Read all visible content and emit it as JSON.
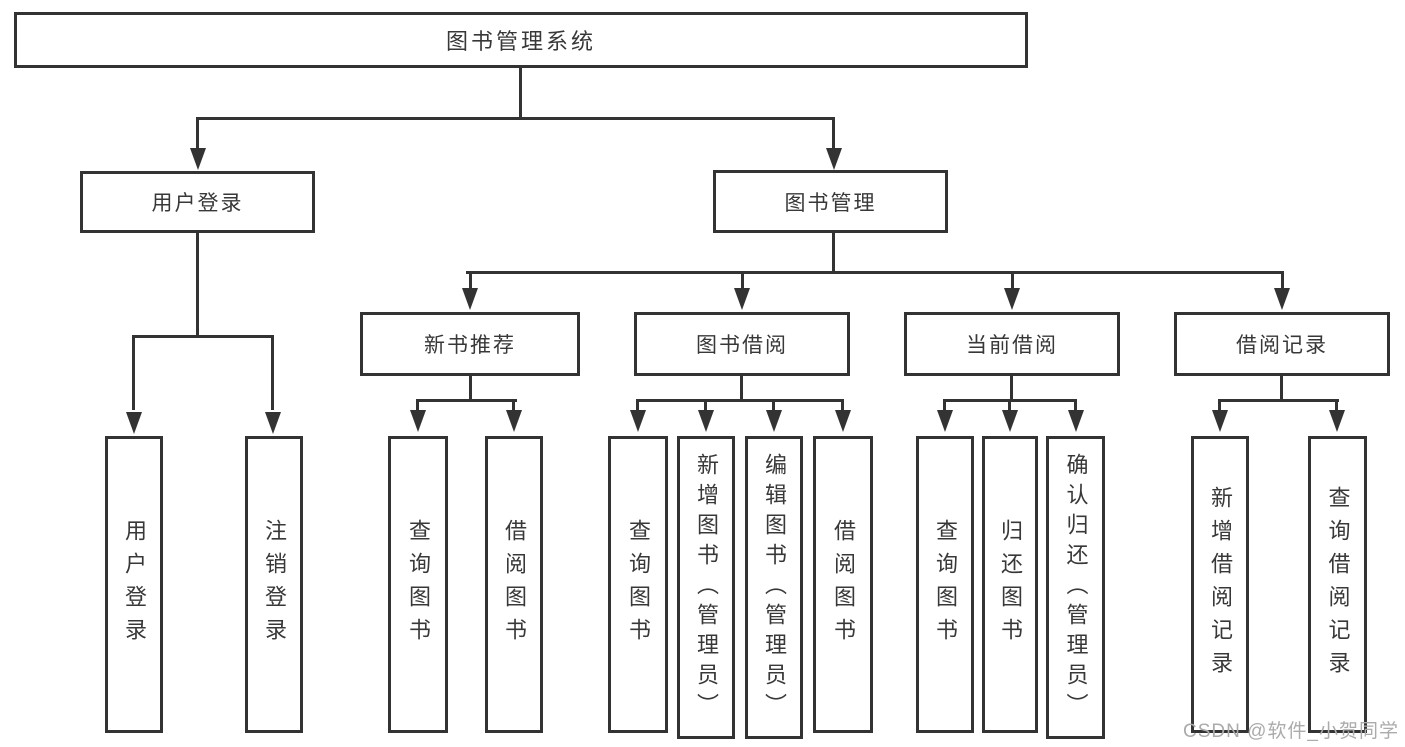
{
  "root": {
    "label": "图书管理系统"
  },
  "level2": [
    {
      "id": "user-login",
      "label": "用户登录"
    },
    {
      "id": "book-mgmt",
      "label": "图书管理"
    }
  ],
  "level3": [
    {
      "id": "new-book-rec",
      "label": "新书推荐"
    },
    {
      "id": "book-borrow",
      "label": "图书借阅"
    },
    {
      "id": "current-borrow",
      "label": "当前借阅"
    },
    {
      "id": "borrow-record",
      "label": "借阅记录"
    }
  ],
  "leaves": {
    "user_login": [
      "用户登录",
      "注销登录"
    ],
    "new_book": [
      "查询图书",
      "借阅图书"
    ],
    "book_borrow": [
      "查询图书",
      "新增图书（管理员）",
      "编辑图书（管理员）",
      "借阅图书"
    ],
    "current_borrow": [
      "查询图书",
      "归还图书",
      "确认归还（管理员）"
    ],
    "borrow_record": [
      "新增借阅记录",
      "查询借阅记录"
    ]
  },
  "watermark": "CSDN @软件_小贺同学",
  "colors": {
    "line": "#333333",
    "text": "#383838",
    "background": "#ffffff",
    "watermark": "#ababab"
  }
}
